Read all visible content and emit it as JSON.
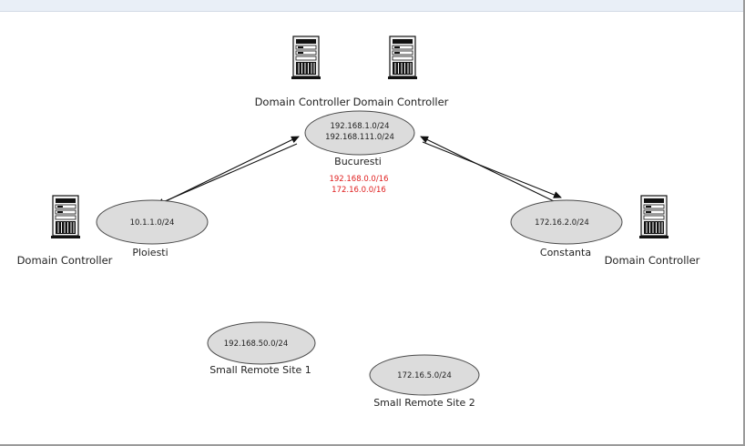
{
  "colors": {
    "ellipse_fill": "#dcdcdc",
    "ellipse_stroke": "#4a4a4a",
    "line": "#111111",
    "summary_text": "#e02020",
    "text": "#222222"
  },
  "icons": {
    "server": "server-tower-icon"
  },
  "servers": {
    "top_left": {
      "label": "Domain Controller"
    },
    "top_right": {
      "label": "Domain Controller"
    },
    "left": {
      "label": "Domain Controller"
    },
    "right": {
      "label": "Domain Controller"
    }
  },
  "sites": {
    "bucuresti": {
      "subnet_1": "192.168.1.0/24",
      "subnet_2": "192.168.111.0/24",
      "name": "Bucuresti"
    },
    "ploiesti": {
      "subnet": "10.1.1.0/24",
      "name": "Ploiesti"
    },
    "constanta": {
      "subnet": "172.16.2.0/24",
      "name": "Constanta"
    },
    "remote1": {
      "subnet": "192.168.50.0/24",
      "name": "Small Remote Site 1"
    },
    "remote2": {
      "subnet": "172.16.5.0/24",
      "name": "Small Remote Site 2"
    }
  },
  "summary": {
    "line_1": "192.168.0.0/16",
    "line_2": "172.16.0.0/16"
  }
}
